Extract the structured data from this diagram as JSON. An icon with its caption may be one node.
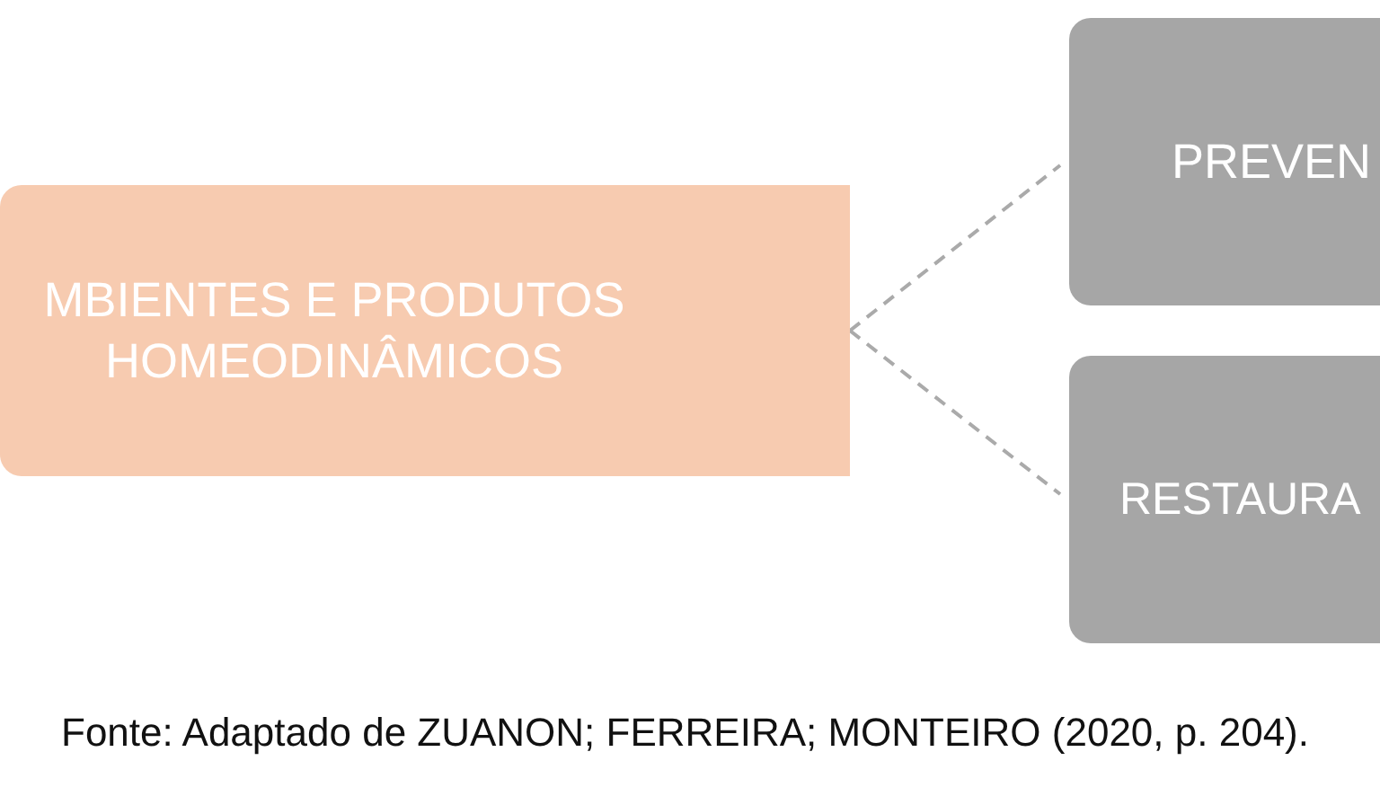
{
  "diagram": {
    "caption": "Fonte: Adaptado de ZUANON; FERREIRA; MONTEIRO (2020, p. 204).",
    "nodes": [
      {
        "text": [
          "MBIENTES E PRODUTOS HOMEODINÂMICOS"
        ]
      },
      {
        "text": [
          "PREVEN"
        ]
      },
      {
        "text": [
          "RESTAURA"
        ]
      }
    ],
    "edges": [
      {
        "from": 0,
        "to": 1,
        "arrow": "none",
        "style": "dashed"
      },
      {
        "from": 0,
        "to": 2,
        "arrow": "none",
        "style": "dashed"
      }
    ]
  }
}
